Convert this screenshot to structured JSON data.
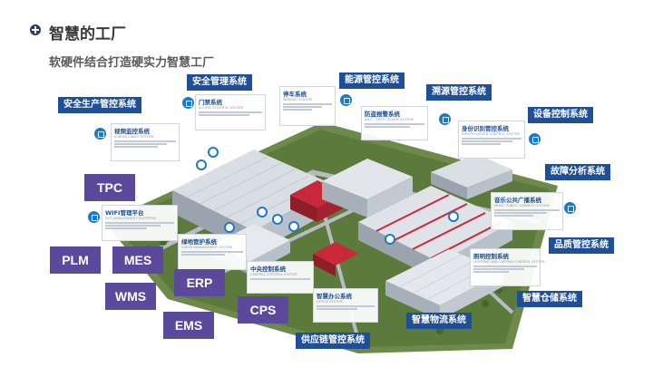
{
  "header": {
    "title": "智慧的工厂",
    "subtitle": "软硬件结合打造硬实力智慧工厂"
  },
  "systems": {
    "safety_production": "安全生产管控系统",
    "safety_management": "安全管理系统",
    "energy": "能源管控系统",
    "source": "溯源管控系统",
    "equipment": "设备控制系统",
    "fault": "故障分析系统",
    "quality": "品质管控系统",
    "warehouse": "智慧仓储系统",
    "logistics": "智慧物流系统",
    "supply_chain": "供应链管控系统"
  },
  "acronyms": {
    "tpc": "TPC",
    "plm": "PLM",
    "mes": "MES",
    "erp": "ERP",
    "wms": "WMS",
    "cps": "CPS",
    "ems": "EMS"
  },
  "cards": {
    "surveillance": {
      "title": "视频监控系统",
      "sub": "SURVEILLANCE SYSTEM"
    },
    "access": {
      "title": "门禁系统",
      "sub": "ACCESS CONTROL SYSTEM"
    },
    "parking": {
      "title": "停车系统",
      "sub": "PARKING SYSTEM"
    },
    "anti_theft": {
      "title": "防盗报警系统",
      "sub": "ANTI - THEFT ALARM SYSTEM"
    },
    "identification": {
      "title": "身份识别管控系统",
      "sub": "IDENTIFICATION CONTROL SYSTEM"
    },
    "wifi": {
      "title": "WIFI管理平台",
      "sub": "WIFI MANAGEMENT PLATFORM"
    },
    "green": {
      "title": "绿地管护系统",
      "sub": "GREEN MANAGEMENT SYSTEM"
    },
    "music": {
      "title": "音乐公共广播系统",
      "sub": "MUSIC PUBLIC ADDRESS SYSTEM"
    },
    "central": {
      "title": "中央控制系统",
      "sub": "CENTRAL CONTROL SYSTEM"
    },
    "office": {
      "title": "智慧办公系统",
      "sub": "OFFICE SYSTEM"
    },
    "lighting": {
      "title": "照明控制系统",
      "sub": "LIGHTING AND CURTAIN CONTROL SYSTEM"
    }
  },
  "colors": {
    "system_label_bg": "#1f4f96",
    "acronym_bg": "#5b4a9b",
    "title_text": "#3a3a3a",
    "accent": "#1f7ac4"
  }
}
